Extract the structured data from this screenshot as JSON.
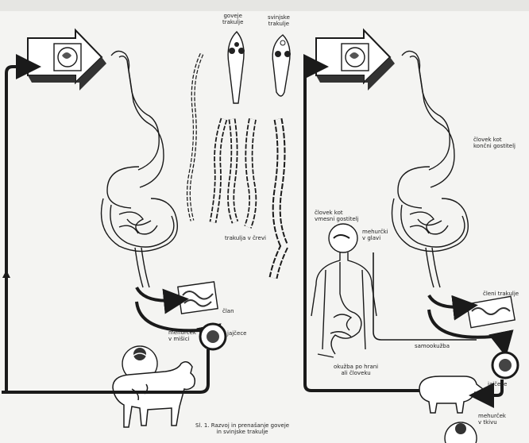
{
  "labels": {
    "beef_tapeworm": [
      "goveje",
      "trakulje"
    ],
    "pork_tapeworm": [
      "svinjske",
      "trakulje"
    ],
    "tapeworm_in_intestine": "trakulja v črevi",
    "segment_left": "član",
    "egg_left": "jajčece",
    "cyst_left": [
      "mehurček",
      "v mišici"
    ],
    "human_pork_left": [
      "človek kot",
      "vmesni gostitelj"
    ],
    "cyst_head": [
      "mehurčki",
      "v glavi"
    ],
    "human_final_right": [
      "človek kot",
      "končni gostitelj"
    ],
    "segments_right": "členi trakulje",
    "self_infection": "samookužba",
    "ingestion": [
      "okužba po hrani",
      "ali človeku"
    ],
    "egg_right": "jajčece",
    "cyst_right": [
      "mehurček",
      "v tkivu"
    ],
    "caption": [
      "Sl. 1. Razvoj in prenašanje goveje",
      "in svinjske trakulje"
    ]
  },
  "colors": {
    "ink": "#1a1a1a",
    "paper": "#f4f4f2",
    "shade": "#555555"
  }
}
